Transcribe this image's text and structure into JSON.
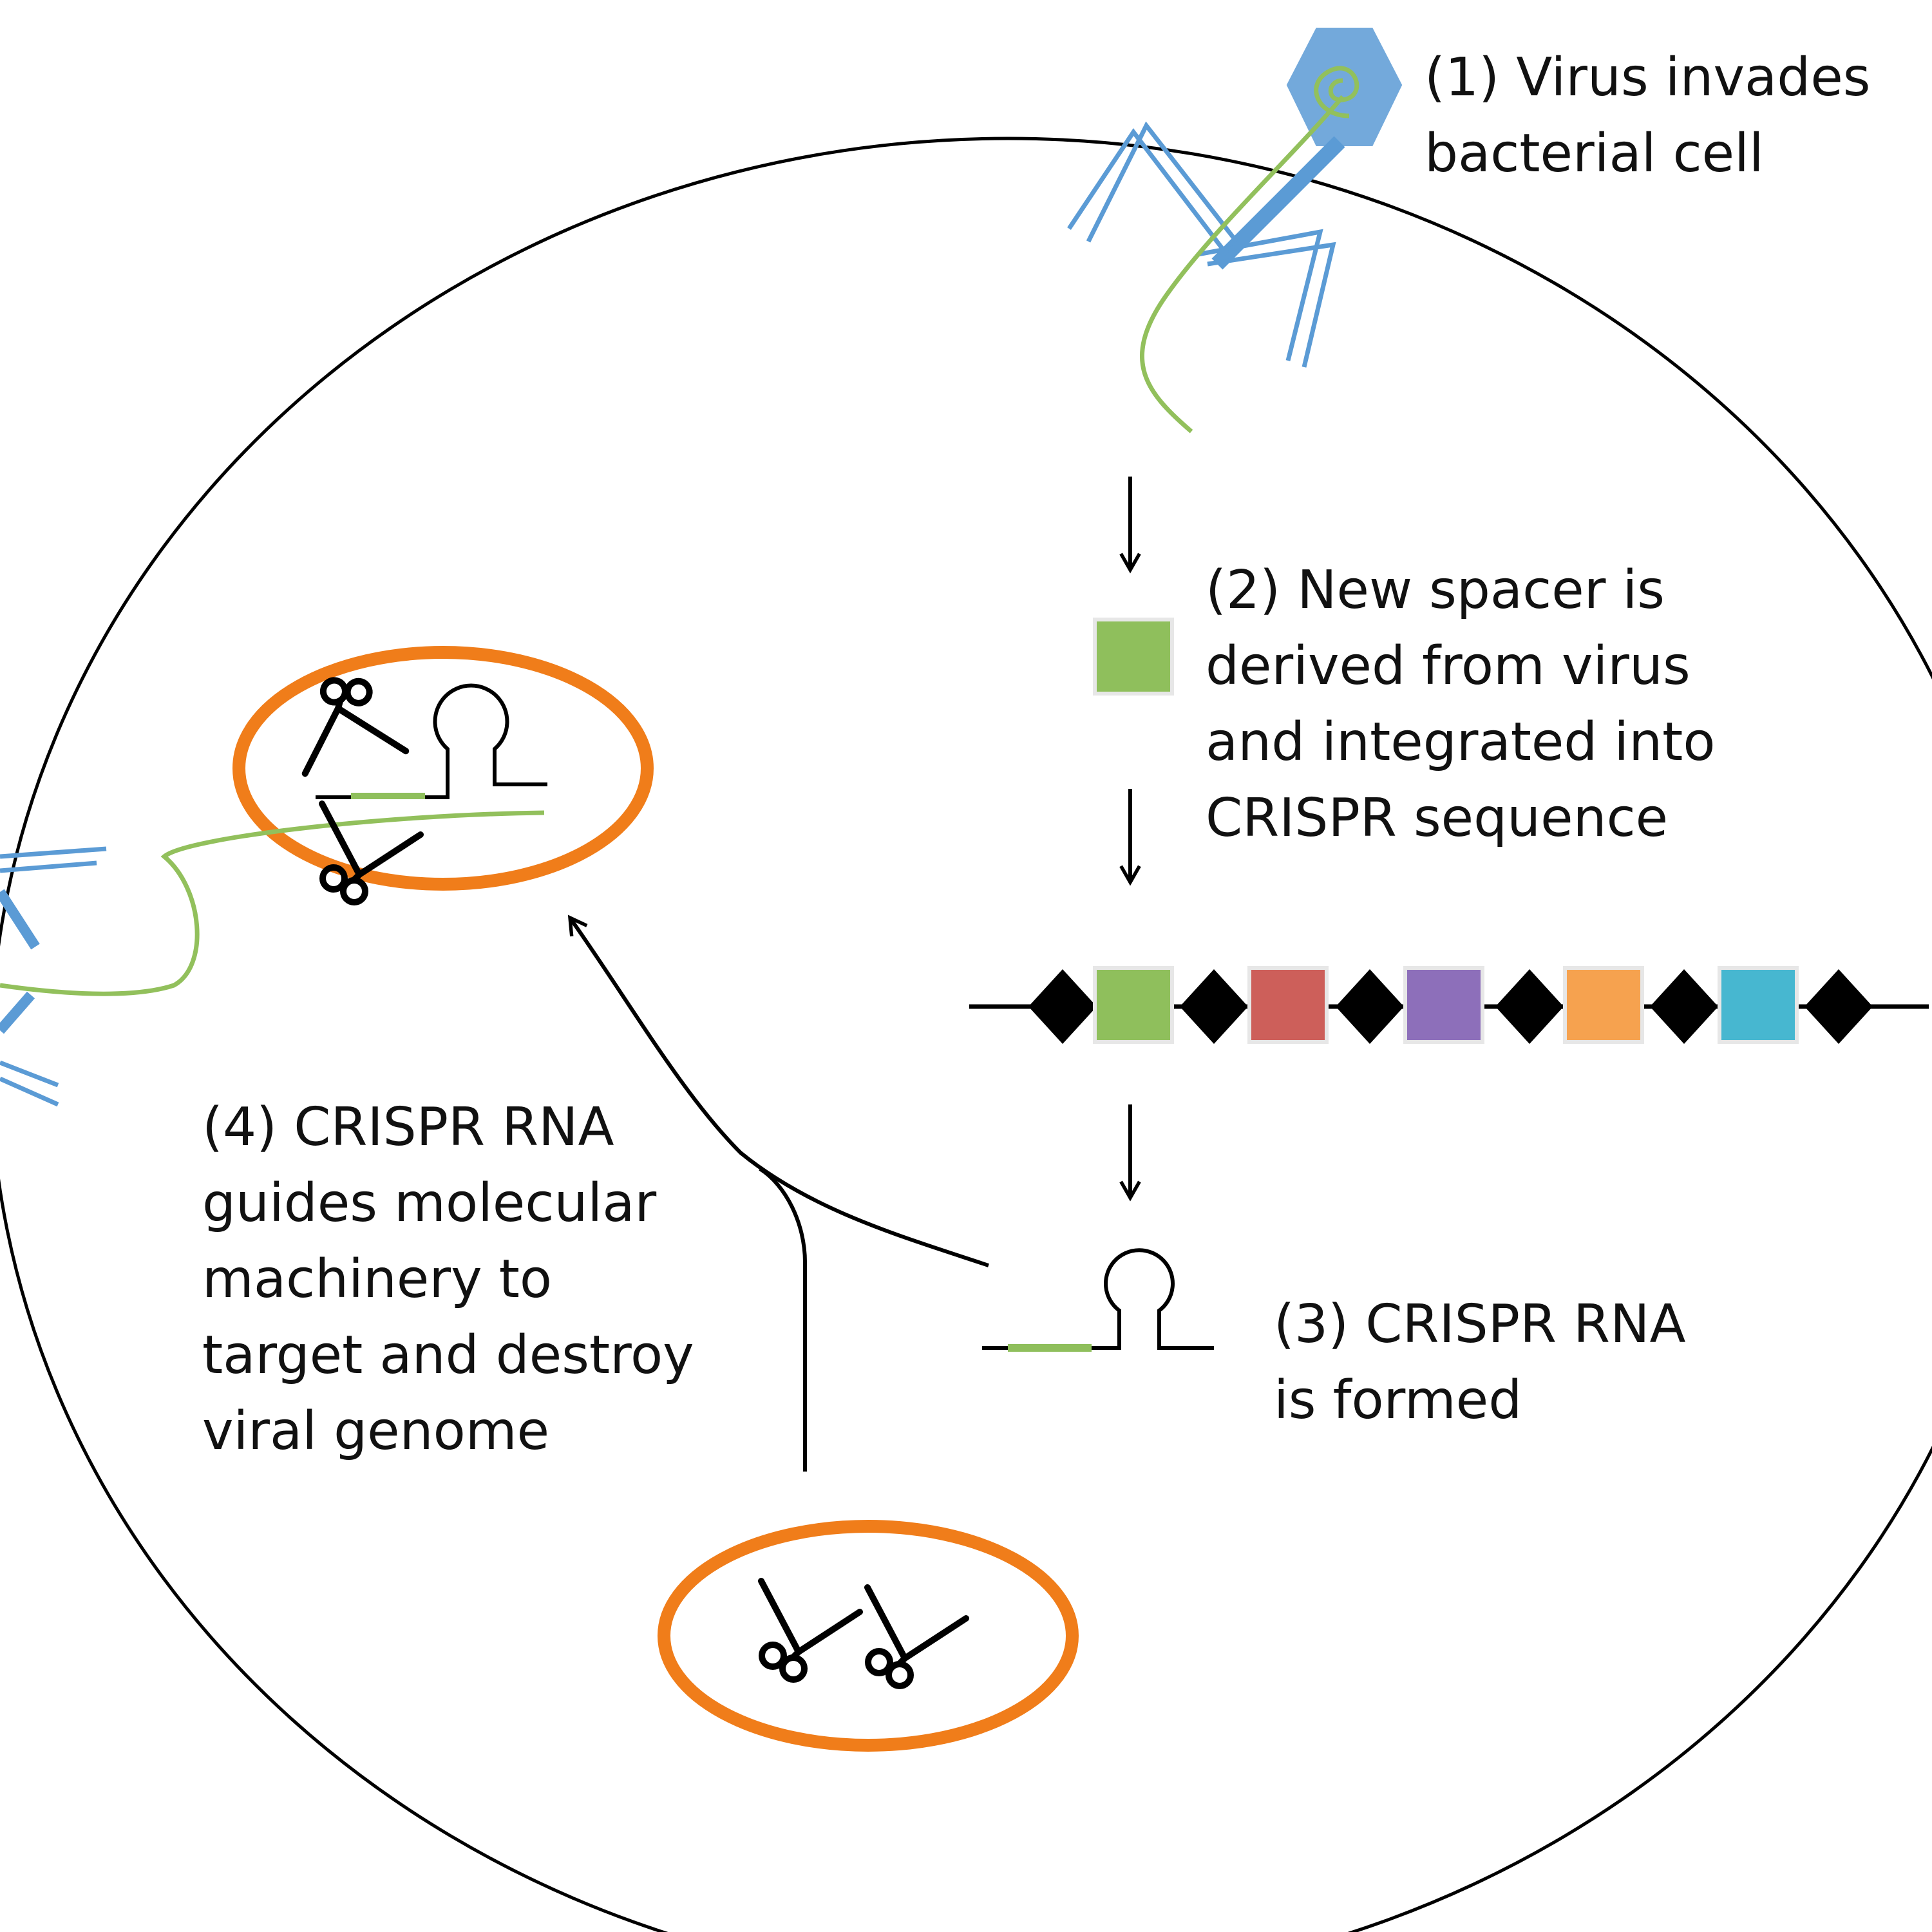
{
  "steps": {
    "step1": {
      "lines": [
        "(1) Virus invades",
        "bacterial cell"
      ]
    },
    "step2": {
      "lines": [
        "(2) New spacer is",
        "derived from virus",
        "and integrated into",
        "CRISPR sequence"
      ]
    },
    "step3": {
      "lines": [
        "(3) CRISPR RNA",
        "is formed"
      ]
    },
    "step4": {
      "lines": [
        "(4) CRISPR RNA",
        "guides molecular",
        "machinery to",
        "target and destroy",
        "viral genome"
      ]
    }
  },
  "colors": {
    "virus_blue": "#5b9bd5",
    "viral_dna_green": "#92c05c",
    "cas_orange": "#f07d1a",
    "spacer_green": "#8fbf5c",
    "spacer_red": "#cd5f5a",
    "spacer_purple": "#8d6fba",
    "spacer_orange": "#f6a24f",
    "spacer_cyan": "#47b7d0",
    "repeat_black": "#000000"
  },
  "icons": [
    "virus-icon",
    "scissors-icon",
    "rna-hairpin-icon"
  ]
}
